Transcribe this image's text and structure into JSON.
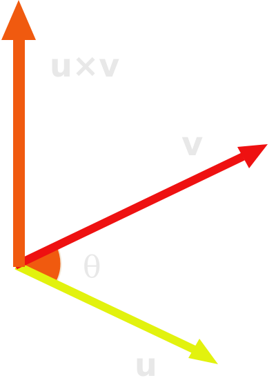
{
  "labels": {
    "cross": "u×v",
    "v": "v",
    "u": "u",
    "theta": "θ"
  },
  "colors": {
    "cross_vector": "#f05a0f",
    "v_vector": "#ee1111",
    "u_vector": "#e2f20e",
    "angle_wedge": "#f05a0f",
    "label_text": "#e8e8e8",
    "background": "#ffffff"
  }
}
